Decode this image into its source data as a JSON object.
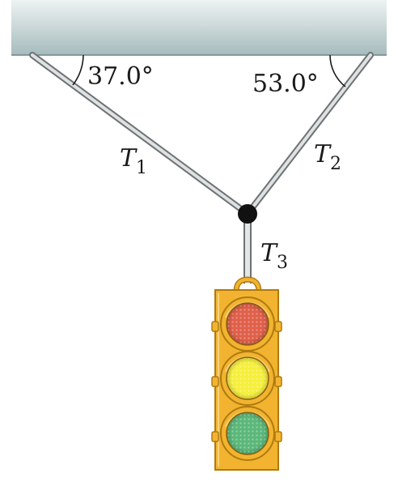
{
  "angles": {
    "left": "37.0°",
    "right": "53.0°"
  },
  "tensions": {
    "t1": {
      "symbol": "T",
      "subscript": "1"
    },
    "t2": {
      "symbol": "T",
      "subscript": "2"
    },
    "t3": {
      "symbol": "T",
      "subscript": "3"
    }
  },
  "traffic_light": {
    "lamps": [
      {
        "name": "red",
        "color": "#e0604a"
      },
      {
        "name": "yellow",
        "color": "#f6ef3c"
      },
      {
        "name": "green",
        "color": "#5cb87a"
      }
    ],
    "housing_color": "#f2b430",
    "edge_color": "#b07a10"
  },
  "colors": {
    "ceiling_top": "#9eb4b6",
    "ceiling_bottom": "#e9f0f0",
    "cable": "#b9bcbe",
    "knot": "#111111"
  }
}
